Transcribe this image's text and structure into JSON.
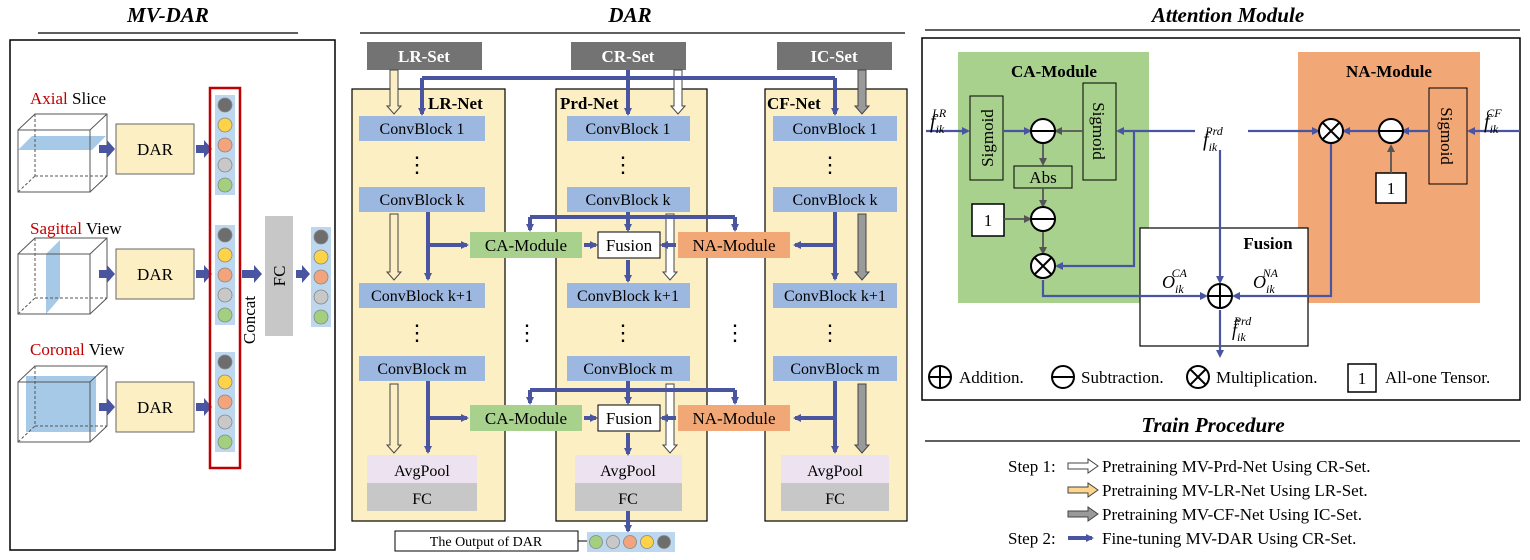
{
  "colors": {
    "net_bg": "#fdefc4",
    "conv": "#9db8e0",
    "set": "#737373",
    "ca": "#a9d18e",
    "na": "#f2a777",
    "blue": "#4a55a2",
    "red": "#c00000",
    "pool": "#ece2f0",
    "fc": "#c7c7c7",
    "dot_colors": [
      "#6d6d6d",
      "#ffd347",
      "#f4a47c",
      "#c8c8c8",
      "#a3d07e"
    ]
  },
  "mvdar": {
    "title": "MV-DAR",
    "views": [
      {
        "red": "Axial",
        "rest": " Slice"
      },
      {
        "red": "Sagittal",
        "rest": " View"
      },
      {
        "red": "Coronal",
        "rest": " View"
      }
    ],
    "dar_label": "DAR",
    "concat_label": "Concat",
    "fc_label": "FC"
  },
  "dar": {
    "title": "DAR",
    "sets": [
      "LR-Set",
      "CR-Set",
      "IC-Set"
    ],
    "nets": [
      "LR-Net",
      "Prd-Net",
      "CF-Net"
    ],
    "blocks": [
      "ConvBlock 1",
      "ConvBlock k",
      "ConvBlock k+1",
      "ConvBlock m"
    ],
    "ellipsis": "⋮",
    "ca_module": "CA-Module",
    "fusion": "Fusion",
    "na_module": "NA-Module",
    "avgpool": "AvgPool",
    "fc": "FC",
    "output": "The Output of DAR"
  },
  "attention": {
    "title": "Attention Module",
    "ca_title": "CA-Module",
    "na_title": "NA-Module",
    "fusion_title": "Fusion",
    "sigmoid": "Sigmoid",
    "abs": "Abs",
    "one": "1",
    "f_lr": {
      "base": "f",
      "sub": "ik",
      "sup": "LR"
    },
    "f_prd": {
      "base": "f",
      "sub": "ik",
      "sup": "Prd"
    },
    "f_cf": {
      "base": "f",
      "sub": "ik",
      "sup": "CF"
    },
    "o_ca": {
      "base": "O",
      "sub": "ik",
      "sup": "CA"
    },
    "o_na": {
      "base": "O",
      "sub": "ik",
      "sup": "NA"
    },
    "f_hat": {
      "base": "f̂",
      "sub": "ik",
      "sup": "Prd"
    },
    "legend": [
      "Addition.",
      "Subtraction.",
      "Multiplication.",
      "All-one Tensor."
    ]
  },
  "train": {
    "title": "Train Procedure",
    "steps": [
      {
        "step": "Step 1:",
        "text": "Pretraining MV-Prd-Net Using CR-Set."
      },
      {
        "step": "",
        "text": "Pretraining MV-LR-Net Using LR-Set."
      },
      {
        "step": "",
        "text": "Pretraining MV-CF-Net Using IC-Set."
      },
      {
        "step": "Step 2:",
        "text": "Fine-tuning MV-DAR Using CR-Set."
      }
    ]
  }
}
